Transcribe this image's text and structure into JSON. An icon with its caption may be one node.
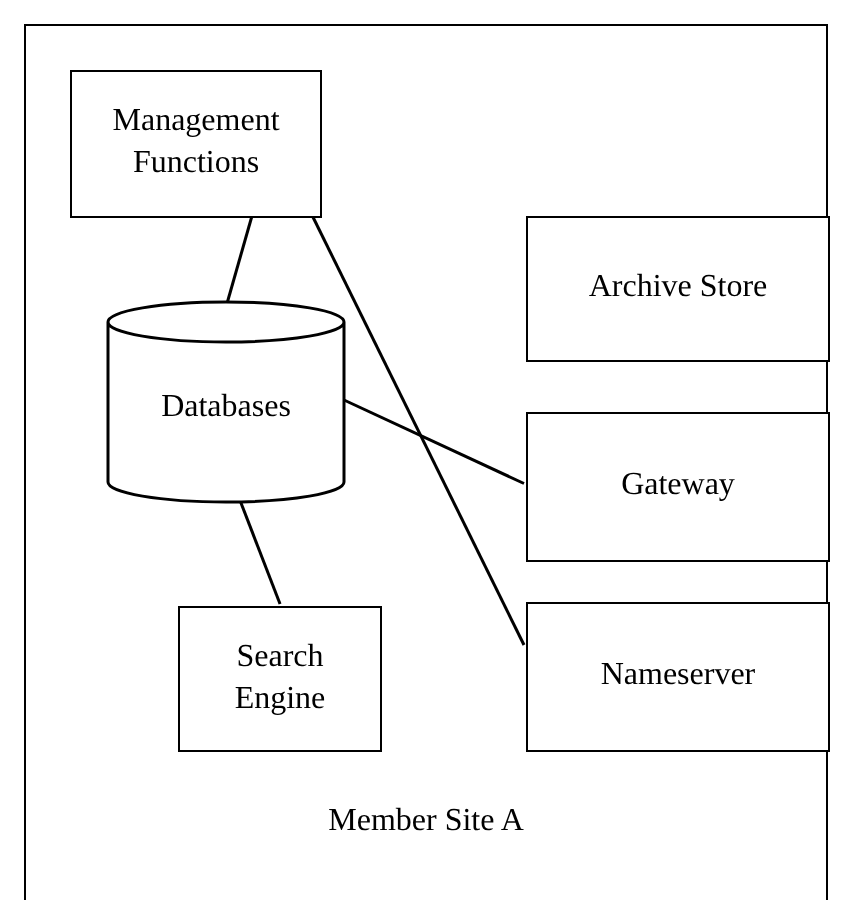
{
  "diagram": {
    "nodes": [
      {
        "text": [
          "Member Site A"
        ]
      },
      {
        "text": [
          "Management Functions"
        ],
        "in": 0
      },
      {
        "text": [
          "Databases"
        ],
        "in": 0
      },
      {
        "text": [
          "Archive Store"
        ],
        "in": 0
      },
      {
        "text": [
          "Gateway"
        ],
        "in": 0
      },
      {
        "text": [
          "Search Engine"
        ],
        "in": 0
      },
      {
        "text": [
          "Nameserver"
        ],
        "in": 0
      }
    ],
    "edges": [
      {
        "from": 1,
        "to": 2,
        "arrow": "none"
      },
      {
        "from": 1,
        "to": 6,
        "arrow": "none"
      },
      {
        "from": 2,
        "to": 4,
        "arrow": "none"
      },
      {
        "from": 2,
        "to": 5,
        "arrow": "none"
      }
    ]
  }
}
